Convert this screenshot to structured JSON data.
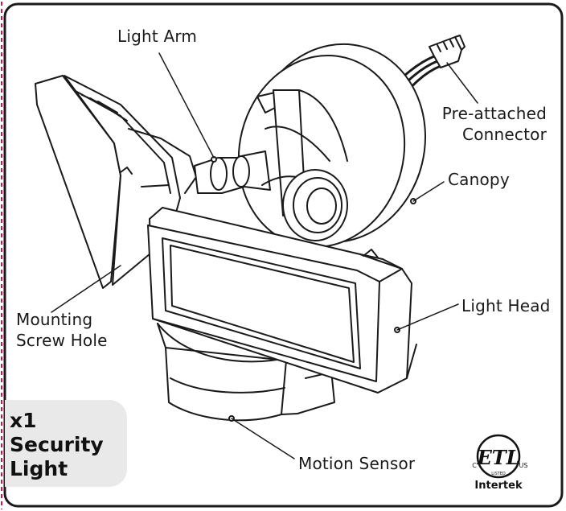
{
  "labels": {
    "light_arm": "Light Arm",
    "connector_line1": "Pre-attached",
    "connector_line2": "Connector",
    "canopy": "Canopy",
    "light_head": "Light Head",
    "mounting_line1": "Mounting",
    "mounting_line2": "Screw Hole",
    "motion_sensor": "Motion Sensor"
  },
  "quantity": {
    "line1": "x1",
    "line2": "Security",
    "line3": "Light"
  },
  "certification": {
    "mark": "ETL",
    "c": "C",
    "us": "US",
    "listed": "LISTED",
    "brand": "Intertek"
  },
  "colors": {
    "frame_border": "#1a1a1a",
    "left_edge_accent": "#c2185b",
    "quantity_box": "#e9e9e9",
    "line": "#1a1a1a"
  }
}
